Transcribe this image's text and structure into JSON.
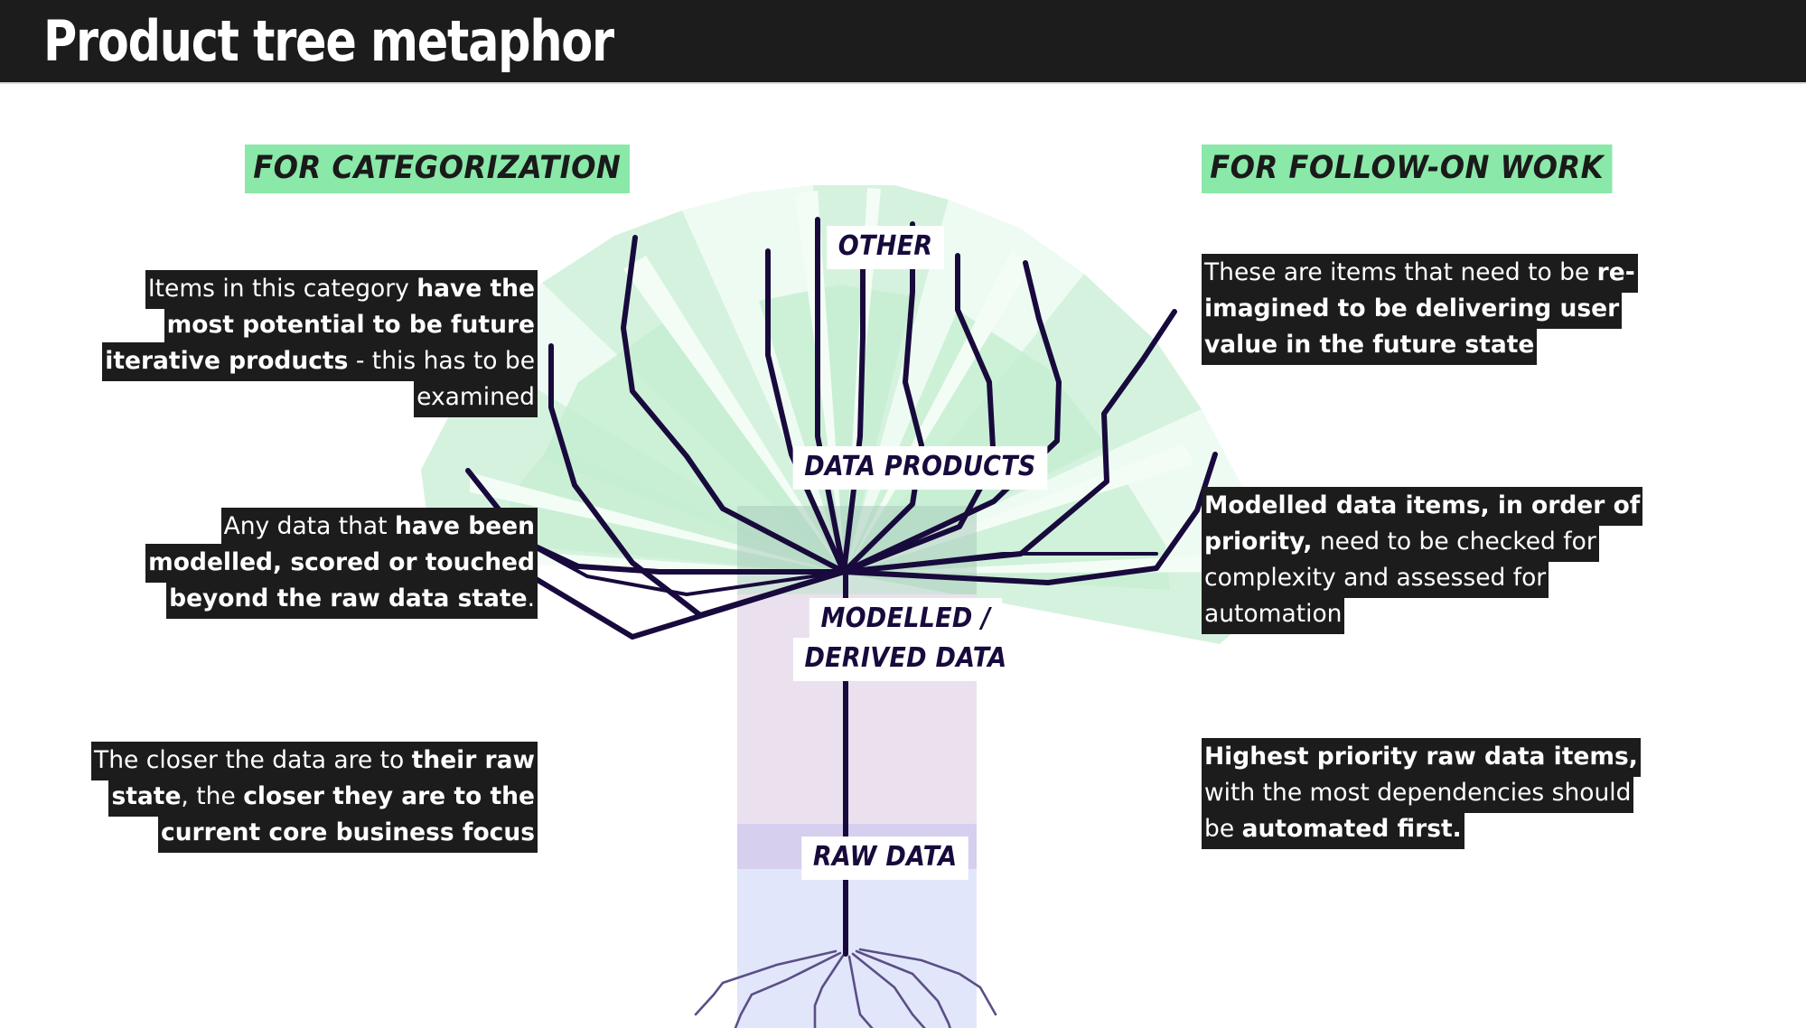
{
  "header": {
    "title": "Product tree metaphor",
    "background_color": "#1c1c1c",
    "text_color": "#ffffff"
  },
  "colors": {
    "highlight_green": "#8ae8a8",
    "annotation_background": "#1c1c1c",
    "branch_navy": "#180a3c",
    "canopy_green": "#c8efd4",
    "canopy_light_ray": "#eefbf2",
    "trunk_pink": "#ebe0ee",
    "trunk_purple": "#d6cfee",
    "trunk_blue": "#e2e6fa",
    "root_line": "#5a4f86"
  },
  "sections": {
    "left_heading": "FOR CATEGORIZATION",
    "right_heading": "FOR FOLLOW-ON WORK"
  },
  "annotations": {
    "categorization": [
      {
        "id": "annot-cat-1",
        "align": "right",
        "parts": [
          {
            "text": "Items  in this category ",
            "bold": false
          },
          {
            "text": "have the most potential to be future iterative products",
            "bold": true
          },
          {
            "text": " - this has to be examined",
            "bold": false
          }
        ]
      },
      {
        "id": "annot-cat-2",
        "align": "right",
        "parts": [
          {
            "text": "Any data that ",
            "bold": false
          },
          {
            "text": "have been modelled, scored or touched beyond the raw data state",
            "bold": true
          },
          {
            "text": ".",
            "bold": false
          }
        ]
      },
      {
        "id": "annot-cat-3",
        "align": "right",
        "parts": [
          {
            "text": "The closer the data are to ",
            "bold": false
          },
          {
            "text": "their raw state",
            "bold": true
          },
          {
            "text": ", the ",
            "bold": false
          },
          {
            "text": "closer they are to the current core business focus",
            "bold": true
          }
        ]
      }
    ],
    "follow_on_work": [
      {
        "id": "annot-fow-1",
        "align": "left",
        "parts": [
          {
            "text": "These are items that need to be ",
            "bold": false
          },
          {
            "text": "re-imagined to be delivering user value in the future state",
            "bold": true
          }
        ]
      },
      {
        "id": "annot-fow-2",
        "align": "left",
        "parts": [
          {
            "text": "Modelled data items, in order of priority,",
            "bold": true
          },
          {
            "text": " need to be checked for complexity and assessed for automation",
            "bold": false
          }
        ]
      },
      {
        "id": "annot-fow-3",
        "align": "left",
        "parts": [
          {
            "text": "Highest priority raw data items,",
            "bold": true
          },
          {
            "text": " with the most dependencies should be ",
            "bold": false
          },
          {
            "text": "automated first.",
            "bold": true
          }
        ]
      }
    ]
  },
  "tree_nodes": {
    "other": "OTHER",
    "data_products": "DATA PRODUCTS",
    "modelled_line1": "MODELLED /",
    "modelled_line2": "DERIVED DATA",
    "raw_data": "RAW DATA"
  }
}
